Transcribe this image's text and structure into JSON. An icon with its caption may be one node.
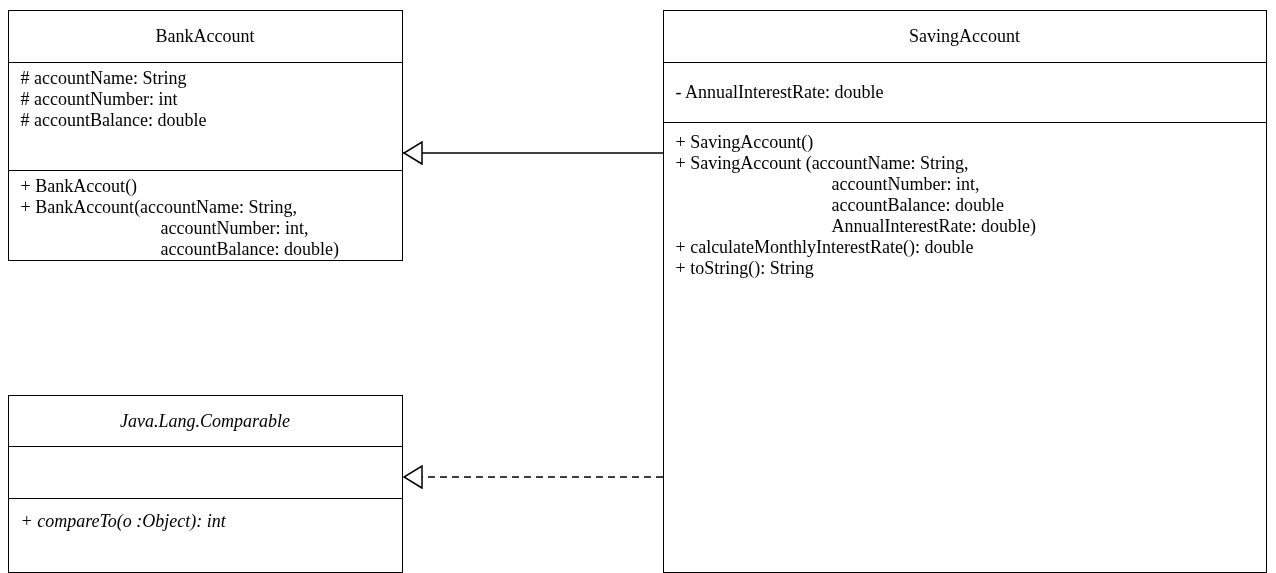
{
  "diagram": {
    "nodes": [
      {
        "text": [
          "BankAccount"
        ]
      },
      {
        "text": [
          "# accountName: String",
          "# accountNumber: int",
          "# accountBalance: double"
        ],
        "in": 0
      },
      {
        "text": [
          "+ BankAccout()",
          "+ BankAccount(accountName: String, accountNumber: int, accountBalance: double)"
        ],
        "in": 0
      },
      {
        "text": [
          "SavingAccount"
        ]
      },
      {
        "text": [
          "- AnnualInterestRate: double"
        ],
        "in": 3
      },
      {
        "text": [
          "+ SavingAccount()",
          "+ SavingAccount (accountName: String, accountNumber: int, accountBalance: double AnnualInterestRate: double)",
          "+ calculateMonthlyInterestRate(): double",
          "+ toString(): String"
        ],
        "in": 3
      },
      {
        "text": [
          "Java.Lang.Comparable"
        ]
      },
      {
        "text": [],
        "shape": "box",
        "in": 6
      },
      {
        "text": [
          "+ compareTo(o :Object): int"
        ],
        "in": 6
      }
    ],
    "edges": [
      {
        "from": 3,
        "to": 0,
        "arrow": "to"
      },
      {
        "from": 3,
        "to": 6,
        "arrow": "to",
        "style": "dashed"
      }
    ]
  }
}
